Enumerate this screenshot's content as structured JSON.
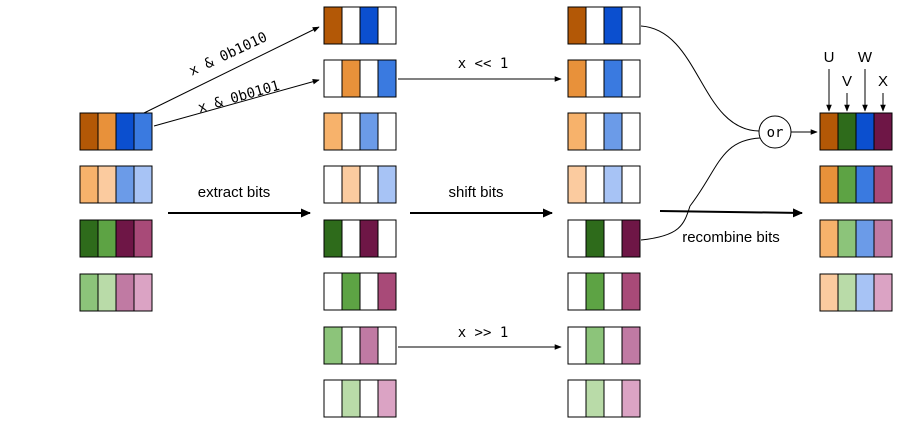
{
  "colors": {
    "c0": "#b35806",
    "c1": "#e8913a",
    "c2": "#0b4fcf",
    "c3": "#3a7ae0",
    "c4": "#f7b26b",
    "c5": "#fbcb9f",
    "c6": "#6b9be8",
    "c7": "#a7c3f5",
    "c8": "#2e6b1b",
    "c9": "#5da344",
    "c10": "#6e1646",
    "c11": "#a84a78",
    "c12": "#8cc47a",
    "c13": "#b9dba8",
    "c14": "#c07aa3",
    "c15": "#dba3c4",
    "empty": "#ffffff"
  },
  "labels": {
    "extract": "extract bits",
    "shift": "shift bits",
    "recombine": "recombine bits",
    "mask_a": "x & 0b1010",
    "mask_b": "x & 0b0101",
    "shl": "x << 1",
    "shr": "x >> 1",
    "or": "or"
  },
  "output_bits": [
    "U",
    "V",
    "W",
    "X"
  ],
  "columns": {
    "input": [
      [
        "c0",
        "c1",
        "c2",
        "c3"
      ],
      [
        "c4",
        "c5",
        "c6",
        "c7"
      ],
      [
        "c8",
        "c9",
        "c10",
        "c11"
      ],
      [
        "c12",
        "c13",
        "c14",
        "c15"
      ]
    ],
    "extracted": [
      [
        "c0",
        "empty",
        "c2",
        "empty"
      ],
      [
        "empty",
        "c1",
        "empty",
        "c3"
      ],
      [
        "c4",
        "empty",
        "c6",
        "empty"
      ],
      [
        "empty",
        "c5",
        "empty",
        "c7"
      ],
      [
        "c8",
        "empty",
        "c10",
        "empty"
      ],
      [
        "empty",
        "c9",
        "empty",
        "c11"
      ],
      [
        "c12",
        "empty",
        "c14",
        "empty"
      ],
      [
        "empty",
        "c13",
        "empty",
        "c15"
      ]
    ],
    "shifted": [
      [
        "c0",
        "empty",
        "c2",
        "empty"
      ],
      [
        "c1",
        "empty",
        "c3",
        "empty"
      ],
      [
        "c4",
        "empty",
        "c6",
        "empty"
      ],
      [
        "c5",
        "empty",
        "c7",
        "empty"
      ],
      [
        "empty",
        "c8",
        "empty",
        "c10"
      ],
      [
        "empty",
        "c9",
        "empty",
        "c11"
      ],
      [
        "empty",
        "c12",
        "empty",
        "c14"
      ],
      [
        "empty",
        "c13",
        "empty",
        "c15"
      ]
    ],
    "output": [
      [
        "c0",
        "c8",
        "c2",
        "c10"
      ],
      [
        "c1",
        "c9",
        "c3",
        "c11"
      ],
      [
        "c4",
        "c12",
        "c6",
        "c14"
      ],
      [
        "c5",
        "c13",
        "c7",
        "c15"
      ]
    ]
  }
}
